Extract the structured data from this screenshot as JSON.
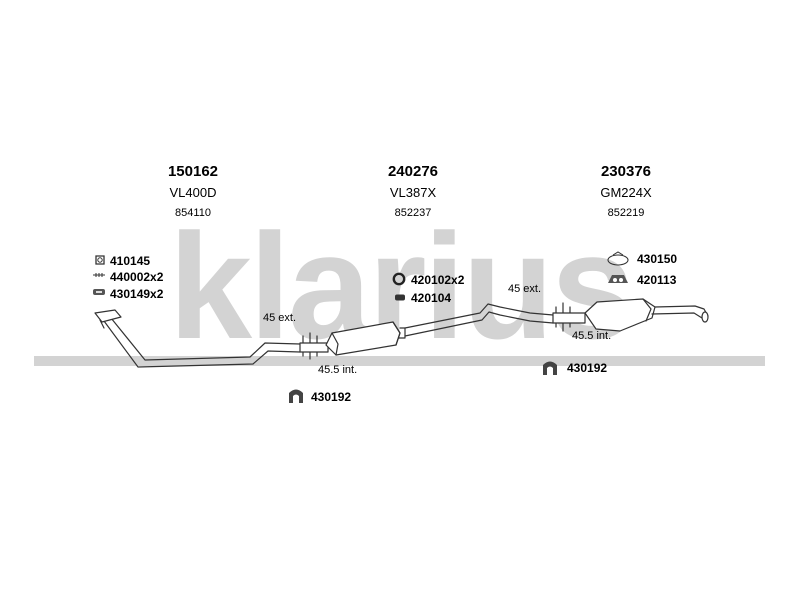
{
  "brand": {
    "watermark_text": "klarius",
    "watermark_color": "#d3d3d3"
  },
  "sections": [
    {
      "part_no": "150162",
      "ref": "VL400D",
      "code": "854110"
    },
    {
      "part_no": "240276",
      "ref": "VL387X",
      "code": "852237"
    },
    {
      "part_no": "230376",
      "ref": "GM224X",
      "code": "852219"
    }
  ],
  "hardware": {
    "left": [
      "410145",
      "440002x2",
      "430149x2"
    ],
    "middle": [
      "420102x2",
      "420104"
    ],
    "right": [
      "430150",
      "420113"
    ],
    "hanger_1": "430192",
    "hanger_2": "430192"
  },
  "joints": {
    "left_ext": "45 ext.",
    "left_int": "45.5 int.",
    "right_ext": "45 ext.",
    "right_int": "45.5 int."
  },
  "colors": {
    "line": "#333333",
    "pipe_fill": "#ffffff"
  },
  "icons": [
    "flange-icon",
    "spring-icon",
    "gasket-icon",
    "seal-ring-icon",
    "clamp-icon",
    "hanger-icon",
    "bracket-icon"
  ]
}
